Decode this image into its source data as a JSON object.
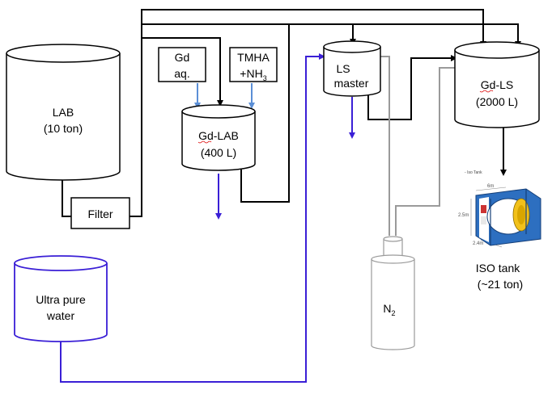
{
  "tanks": {
    "lab": {
      "line1": "LAB",
      "line2": "(10 ton)"
    },
    "gd_lab": {
      "line1": "Gd-LAB",
      "line2": "(400 L)"
    },
    "ls_master": {
      "line1": "LS",
      "line2": "master"
    },
    "gd_ls": {
      "line1": "Gd-LS",
      "line2": "(2000 L)"
    },
    "water": {
      "line1": "Ultra pure",
      "line2": "water"
    }
  },
  "boxes": {
    "filter": "Filter",
    "gd_aq": {
      "line1": "Gd",
      "line2": "aq."
    },
    "tmha": {
      "line1": "TMHA",
      "line2": "+NH",
      "sub": "3"
    }
  },
  "n2": {
    "main": "N",
    "sub": "2"
  },
  "iso_tank": {
    "title": "ISO tank",
    "capacity": "(~21 ton)",
    "photo_caption": "Iso Tank",
    "dim_length": "6m",
    "dim_height": "2.5m",
    "dim_width": "2.4m"
  },
  "colors": {
    "black_line": "#000000",
    "blue_line": "#3a1fd6",
    "gray_line": "#9a9a9a",
    "light_blue_arrow": "#5b8fd6",
    "iso_frame": "#1f5fa8"
  }
}
